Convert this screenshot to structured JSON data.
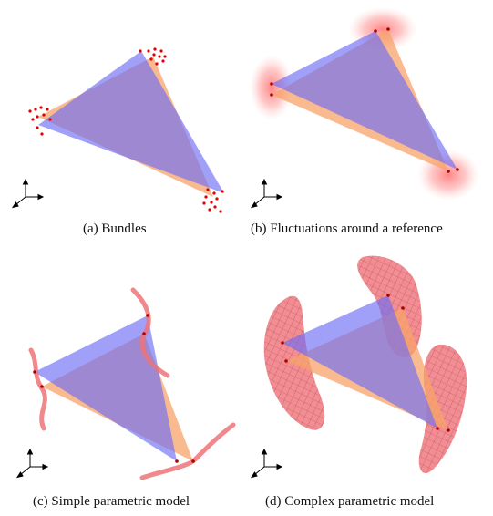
{
  "figure": {
    "panels": [
      {
        "id": "a",
        "caption": "(a) Bundles"
      },
      {
        "id": "b",
        "caption": "(b) Fluctuations around a reference"
      },
      {
        "id": "c",
        "caption": "(c) Simple parametric model"
      },
      {
        "id": "d",
        "caption": "(d) Complex parametric model"
      }
    ],
    "colors": {
      "blue_triangle": "#6d6df5",
      "orange_triangle": "#f7a36a",
      "overlap": "#8a5ea8",
      "points": "#e00000",
      "curves": "#ee7377",
      "surface_fill": "#f07a80",
      "surface_grid": "#b34a55",
      "glow": "#ff8a8a",
      "axes": "#000000"
    },
    "icons": [
      "axis-triad-icon"
    ]
  }
}
